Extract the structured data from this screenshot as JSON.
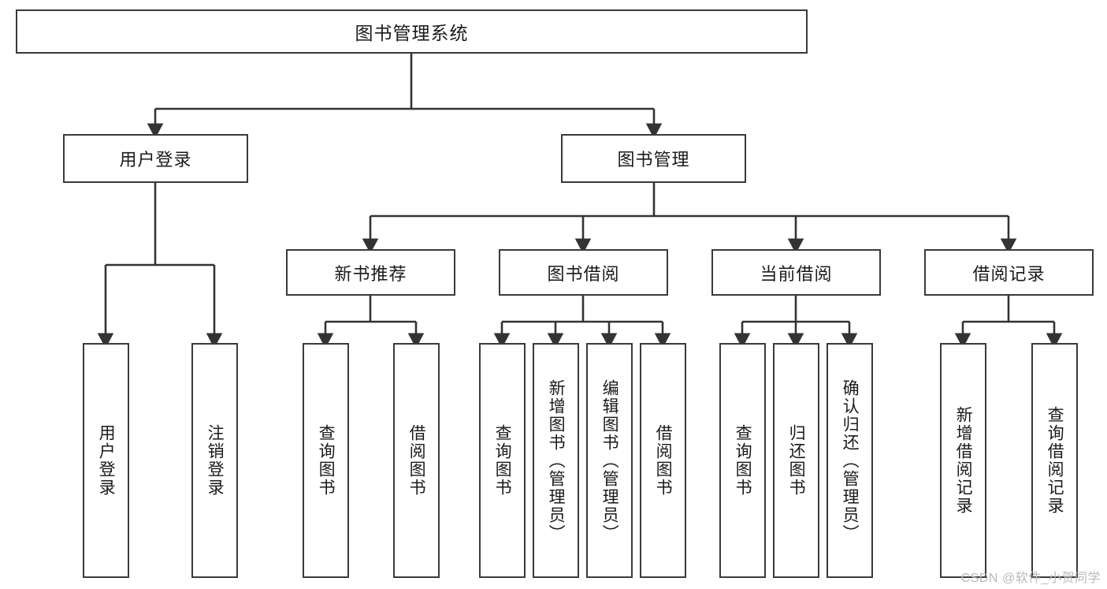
{
  "diagram": {
    "title": "图书管理系统",
    "type": "hierarchy-tree",
    "watermark": "CSDN @软件_小贺同学",
    "colors": {
      "box_border": "#3a3a3a",
      "box_fill": "#ffffff",
      "connector": "#333333",
      "text": "#1a1a1a",
      "watermark": "#b9b9b9"
    },
    "levels": {
      "root": {
        "label": "图书管理系统"
      },
      "level2": [
        {
          "label": "用户登录"
        },
        {
          "label": "图书管理"
        }
      ],
      "level3": [
        {
          "label": "新书推荐"
        },
        {
          "label": "图书借阅"
        },
        {
          "label": "当前借阅"
        },
        {
          "label": "借阅记录"
        }
      ],
      "leaves_user_login": [
        {
          "label": "用户登录"
        },
        {
          "label": "注销登录"
        }
      ],
      "leaves_new_books": [
        {
          "label": "查询图书"
        },
        {
          "label": "借阅图书"
        }
      ],
      "leaves_borrow": [
        {
          "label": "查询图书"
        },
        {
          "label": "新增图书（管理员）"
        },
        {
          "label": "编辑图书（管理员）"
        },
        {
          "label": "借阅图书"
        }
      ],
      "leaves_current": [
        {
          "label": "查询图书"
        },
        {
          "label": "归还图书"
        },
        {
          "label": "确认归还（管理员）"
        }
      ],
      "leaves_records": [
        {
          "label": "新增借阅记录"
        },
        {
          "label": "查询借阅记录"
        }
      ]
    }
  }
}
